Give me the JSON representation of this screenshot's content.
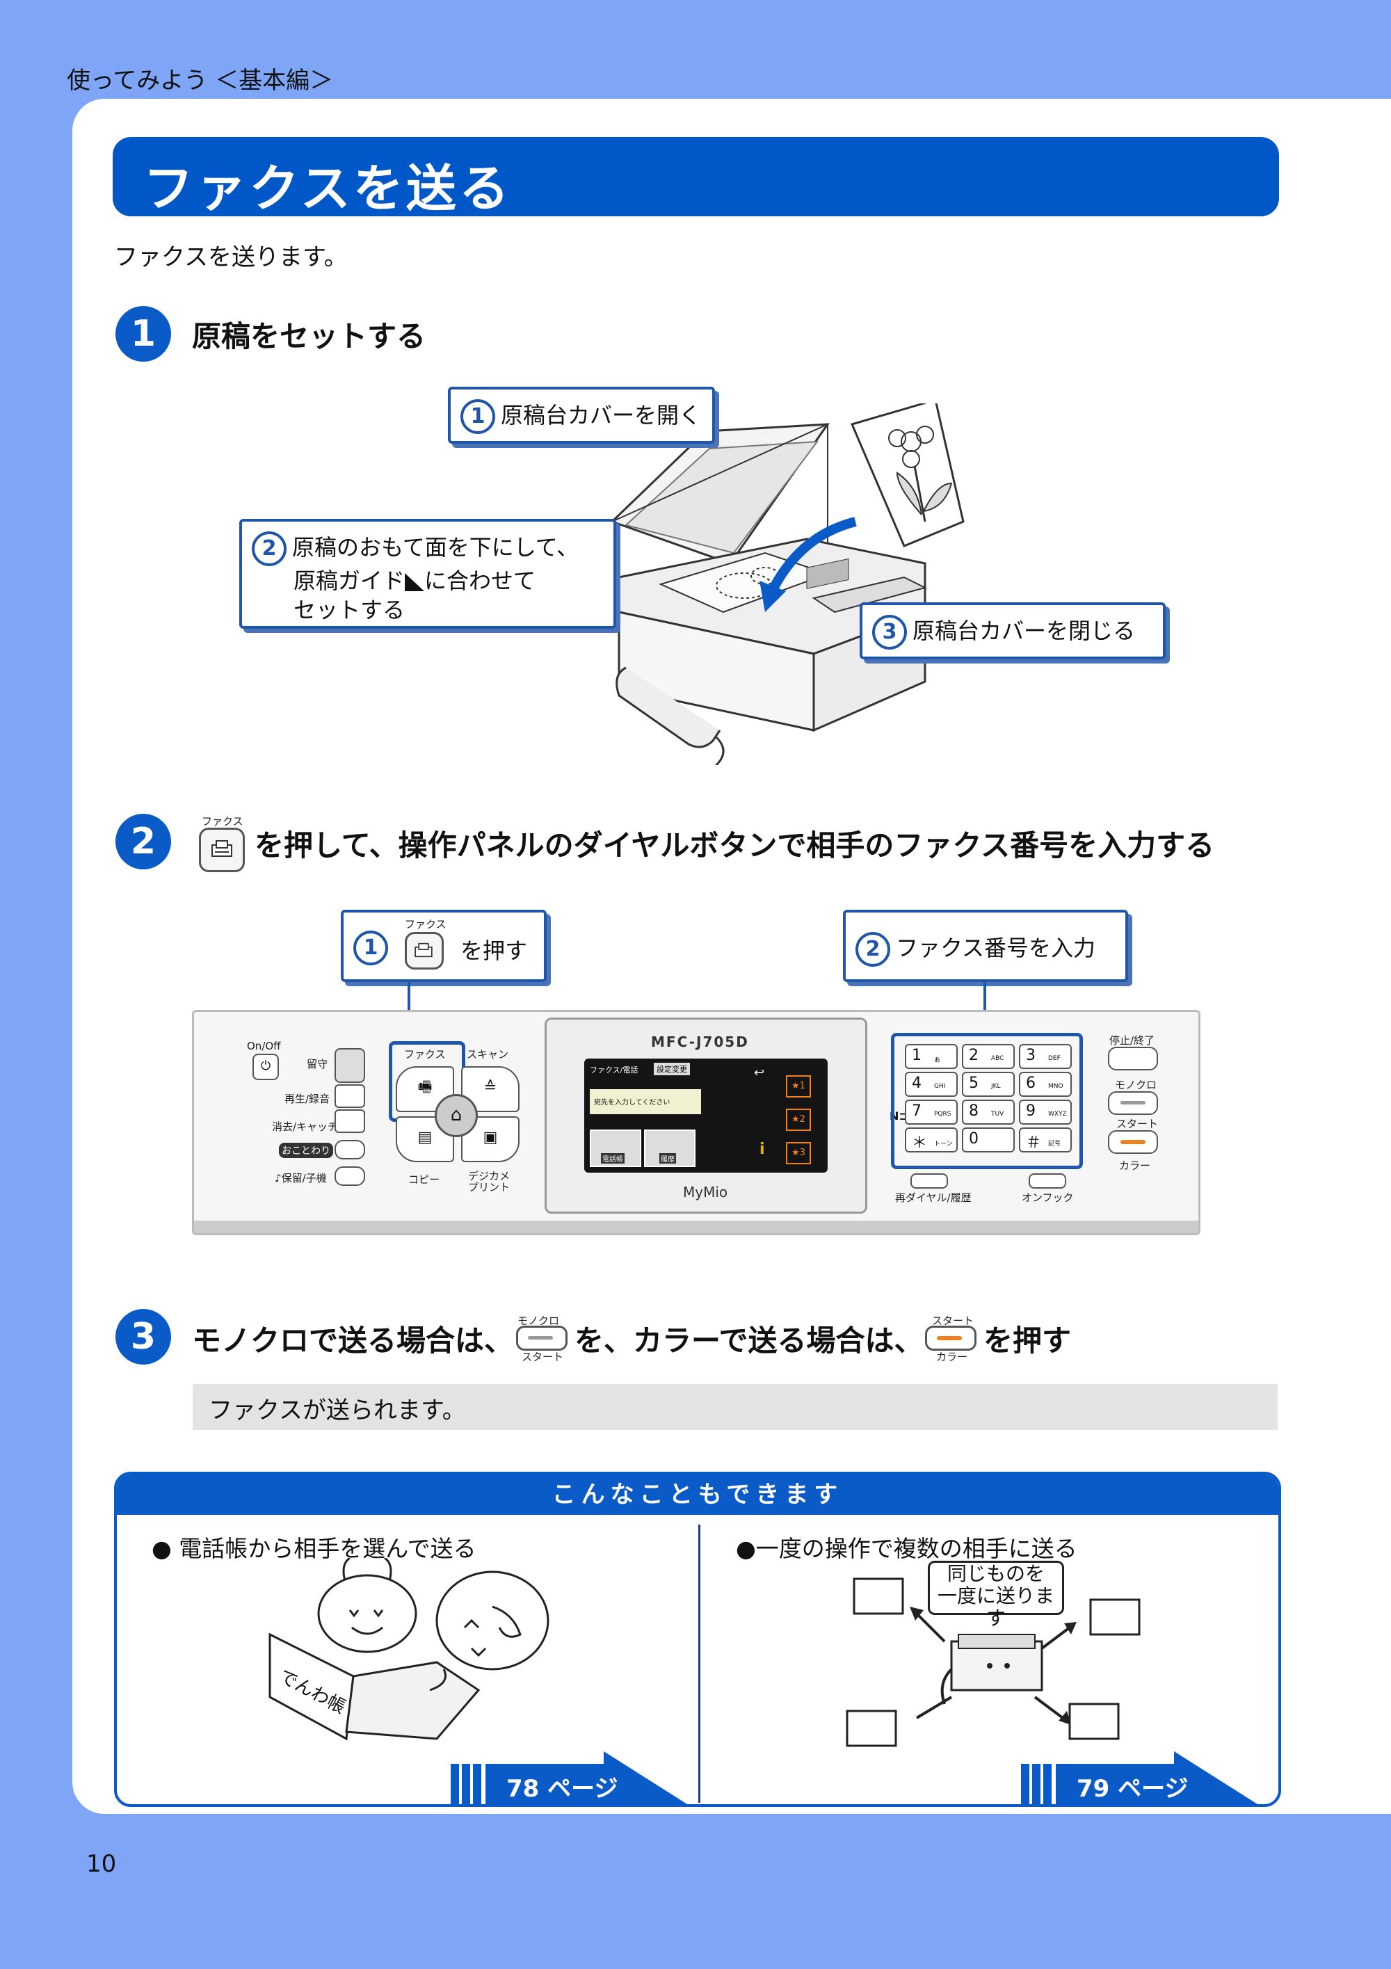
{
  "header": {
    "breadcrumb": "使ってみよう ＜基本編＞"
  },
  "title": "ファクスを送る",
  "intro": "ファクスを送ります。",
  "steps": [
    {
      "number": "1",
      "title": "原稿をセットする"
    },
    {
      "number": "2",
      "title_pre_icon_label": "ファクス",
      "title": "を押して、操作パネルのダイヤルボタンで相手のファクス番号を入力する"
    },
    {
      "number": "3",
      "title_part1": "モノクロで送る場合は、",
      "title_part2": "を、カラーで送る場合は、",
      "title_part3": "を押す",
      "mono_top": "モノクロ",
      "mono_bottom": "スタート",
      "color_top": "スタート",
      "color_bottom": "カラー"
    }
  ],
  "step1_callouts": [
    {
      "num": "1",
      "text": "原稿台カバーを開く"
    },
    {
      "num": "2",
      "line1": "原稿のおもて面を下にして、",
      "line2a": "原稿ガイド",
      "line2b": "に合わせて",
      "line3": "セットする"
    },
    {
      "num": "3",
      "text": "原稿台カバーを閉じる"
    }
  ],
  "step2_callouts": [
    {
      "num": "1",
      "icon_label": "ファクス",
      "text": "を押す"
    },
    {
      "num": "2",
      "text": "ファクス番号を入力"
    }
  ],
  "panel": {
    "onoff": "On/Off",
    "left_labels": [
      "留守",
      "再生/録音",
      "消去/キャッチ",
      "おことわり",
      "♪保留/子機"
    ],
    "fax": "ファクス",
    "scan": "スキャン",
    "copy": "コピー",
    "photo": "デジカメ\nプリント",
    "model": "MFC-J705D",
    "brand": "MyMio",
    "screen_title": "ファクス/電話",
    "screen_btn": "設定変更",
    "screen_prompt": "宛先を入力してください",
    "screen_btn1": "電話帳",
    "screen_btn2": "履歴",
    "speed_dials": [
      "★1",
      "★2",
      "★3"
    ],
    "keypad": [
      {
        "k": "1",
        "s": "あ"
      },
      {
        "k": "2",
        "s": "ABC"
      },
      {
        "k": "3",
        "s": "DEF"
      },
      {
        "k": "4",
        "s": "GHI"
      },
      {
        "k": "5",
        "s": "JKL"
      },
      {
        "k": "6",
        "s": "MNO"
      },
      {
        "k": "7",
        "s": "PQRS"
      },
      {
        "k": "8",
        "s": "TUV"
      },
      {
        "k": "9",
        "s": "WXYZ"
      },
      {
        "k": "＊",
        "s": "トーン"
      },
      {
        "k": "0",
        "s": ""
      },
      {
        "k": "＃",
        "s": "記号"
      }
    ],
    "redial": "再ダイヤル/履歴",
    "onhook": "オンフック",
    "stop": "停止/終了",
    "mono": "モノクロ",
    "start": "スタート",
    "color": "カラー"
  },
  "result": "ファクスが送られます。",
  "info_box": {
    "header": "こんなこともできます",
    "left": {
      "title": "● 電話帳から相手を選んで送る",
      "book_label": "でんわ帳",
      "page": "78 ページ"
    },
    "right": {
      "title": "●一度の操作で複数の相手に送る",
      "bubble_line1": "同じものを",
      "bubble_line2": "一度に送ります",
      "page": "79 ページ"
    }
  },
  "page_number": "10"
}
